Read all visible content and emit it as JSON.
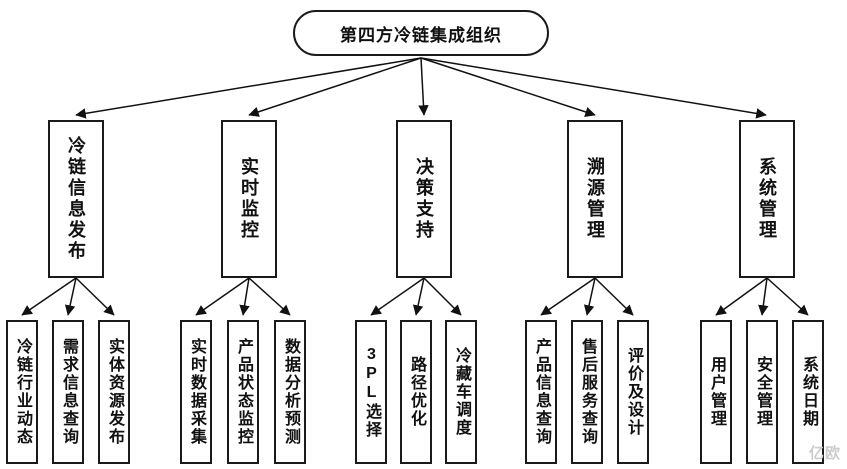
{
  "root": {
    "label": "第四方冷链集成组织"
  },
  "branches": [
    {
      "label": "冷链信息发布",
      "children": [
        "冷链行业动态",
        "需求信息查询",
        "实体资源发布"
      ]
    },
    {
      "label": "实时监控",
      "children": [
        "实时数据采集",
        "产品状态监控",
        "数据分析预测"
      ]
    },
    {
      "label": "决策支持",
      "children": [
        "3PL选择",
        "路径优化",
        "冷藏车调度"
      ]
    },
    {
      "label": "溯源管理",
      "children": [
        "产品信息查询",
        "售后服务查询",
        "评价及设计"
      ]
    },
    {
      "label": "系统管理",
      "children": [
        "用户管理",
        "安全管理",
        "系统日期"
      ]
    }
  ],
  "watermark": "亿欧",
  "colors": {
    "border": "#1a1a1a",
    "text": "#111111",
    "background": "#ffffff",
    "arrow": "#111111"
  }
}
